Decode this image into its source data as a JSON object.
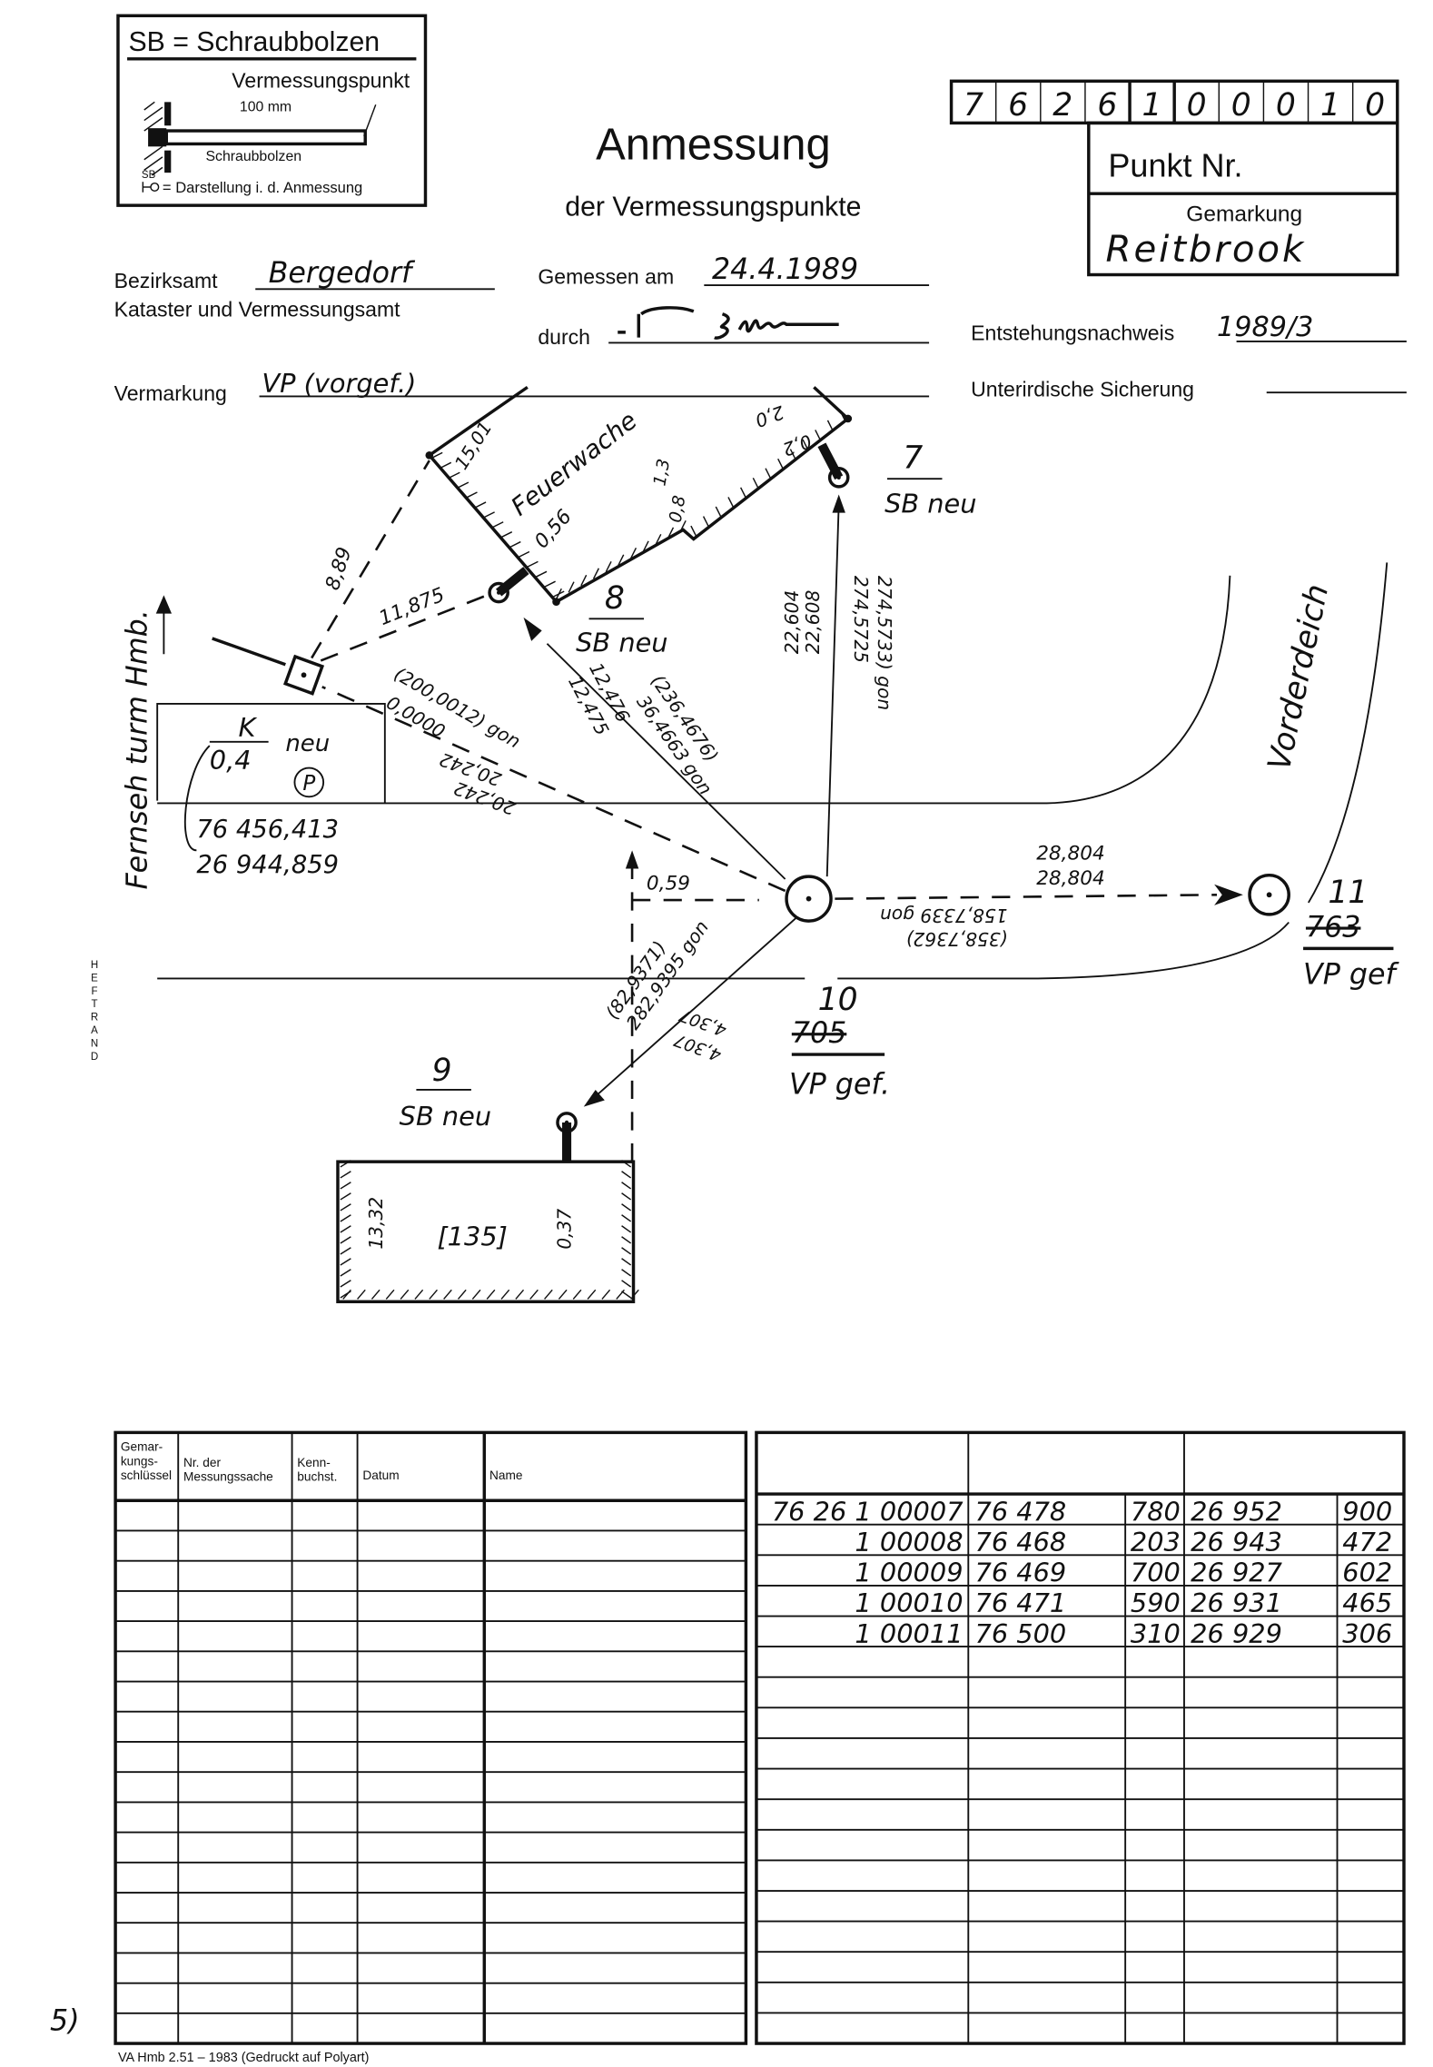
{
  "legend": {
    "title": "SB = Schraubbolzen",
    "vermessungspunkt": "Vermessungspunkt",
    "length": "100 mm",
    "schraubbolzen": "Schraubbolzen",
    "sb_small": "SB",
    "darstellung": "= Darstellung i. d. Anmessung"
  },
  "header": {
    "title": "Anmessung",
    "subtitle": "der Vermessungspunkte",
    "number_digits": [
      "7",
      "6",
      "2",
      "6",
      "1",
      "0",
      "0",
      "0",
      "1",
      "0"
    ],
    "punkt_nr_label": "Punkt Nr.",
    "gemarkung_label": "Gemarkung",
    "gemarkung_value": "Reitbrook"
  },
  "fields": {
    "bezirksamt_label": "Bezirksamt",
    "bezirksamt_value": "Bergedorf",
    "kataster_label": "Kataster und Vermessungsamt",
    "gemessen_label": "Gemessen am",
    "gemessen_value": "24.4.1989",
    "durch_label": "durch",
    "entstehung_label": "Entstehungsnachweis",
    "entstehung_value": "1989/3",
    "vermarkung_label": "Vermarkung",
    "vermarkung_value": "VP (vorgef.)",
    "sicherung_label": "Unterirdische Sicherung"
  },
  "sketch": {
    "fernsehturm": "Fernseh turm Hmb.",
    "vorderdeich": "Vorderdeich",
    "feuerwache": "Feuerwache",
    "building_number": "[135]",
    "p7": {
      "num": "7",
      "type": "SB neu"
    },
    "p8": {
      "num": "8",
      "type": "SB neu"
    },
    "p9": {
      "num": "9",
      "type": "SB neu"
    },
    "p10": {
      "num": "10",
      "old": "705",
      "type": "VP gef."
    },
    "p11": {
      "num": "11",
      "old": "763",
      "type": "VP gef"
    },
    "k": {
      "num": "K",
      "height": "0,4",
      "type": "neu",
      "p": "P",
      "x": "76 456,413",
      "y": "26 944,859"
    },
    "m": {
      "d_8_k": "11,875",
      "d_k_fw": "8,89",
      "fw_width": "15,01",
      "fw_off": "0,56",
      "fw_a": "1,3",
      "fw_b": "0,8",
      "fw_c": "2,0",
      "fw_d": "0,2",
      "d7a": "22,604",
      "d7b": "22,608",
      "r7a": "274,5733) gon",
      "r7b": "274,5725",
      "rk_a": "(200,0012) gon",
      "rk_b": "0,0000",
      "dk_a": "20,242",
      "dk_b": "20,242",
      "d8a": "12,475",
      "d8b": "12,476",
      "r8a": "(236,4676)",
      "r8b": "36,4663 gon",
      "d11a": "28,804",
      "d11b": "28,804",
      "r11a": "158,7339 gon",
      "r11b": "(358,7362)",
      "r9a": "(82,9371)",
      "r9b": "282,9395 gon",
      "d9a": "4,307",
      "d9b": "4,307",
      "off59": "0,59",
      "b_width": "13,32",
      "b_off": "0,37"
    }
  },
  "margin": {
    "heftrand": "HEFTRAND",
    "page_mark": "5)"
  },
  "table": {
    "left_headers": [
      "Gemar-|kungs-|schlüssel",
      "Nr. der|Messungssache",
      "Kenn-|buchst.",
      "Datum",
      "Name"
    ],
    "right_rows": [
      [
        "76 26 1 00007",
        "76  478",
        "780",
        "26  952",
        "900"
      ],
      [
        "1 00008",
        "76  468",
        "203",
        "26  943",
        "472"
      ],
      [
        "1 00009",
        "76  469",
        "700",
        "26  927",
        "602"
      ],
      [
        "1 00010",
        "76  471",
        "590",
        "26  931",
        "465"
      ],
      [
        "1 00011",
        "76  500",
        "310",
        "26  929",
        "306"
      ]
    ]
  },
  "footer": "VA Hmb 2.51 – 1983 (Gedruckt auf Polyart)"
}
